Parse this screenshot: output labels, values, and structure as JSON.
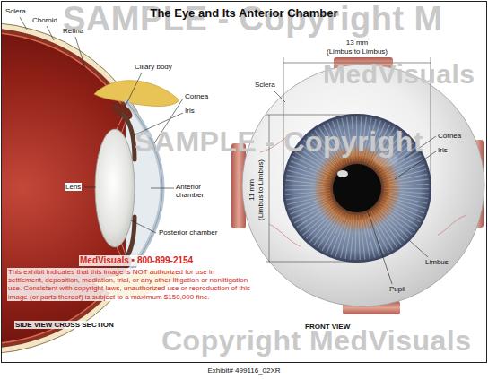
{
  "diagram": {
    "title": "The Eye and Its Anterior Chamber",
    "labels": [
      "SAMPLE - Copyright M",
      "Sclera",
      "Choroid",
      "Retina",
      "MedVisuals",
      "Ciliary body",
      "Cornea",
      "Iris",
      "SAMPLE - Copyright",
      "Lens",
      "Anterior chamber",
      "Posterior chamber",
      "MedVisuals • 800-899-2154",
      "This exhibit indicates that this image is NOT authorized for use in settlement, deposition, mediation, trial, or any other litigation or nonlitigation use. Consistent with copyright laws, unauthorized use or reproduction of this image (or parts thereof) is subject to a maximum $150,000 fine.",
      "SIDE VIEW CROSS SECTION",
      "Sclera",
      "13 mm",
      "(Limbus to Limbus)",
      "Cornea",
      "Iris",
      "11 mm",
      "(Limbus to Limbus)",
      "Limbus",
      "Pupil",
      "FRONT VIEW",
      "Copyright MedVisuals",
      "Exhibit# 499116_02XR"
    ]
  }
}
